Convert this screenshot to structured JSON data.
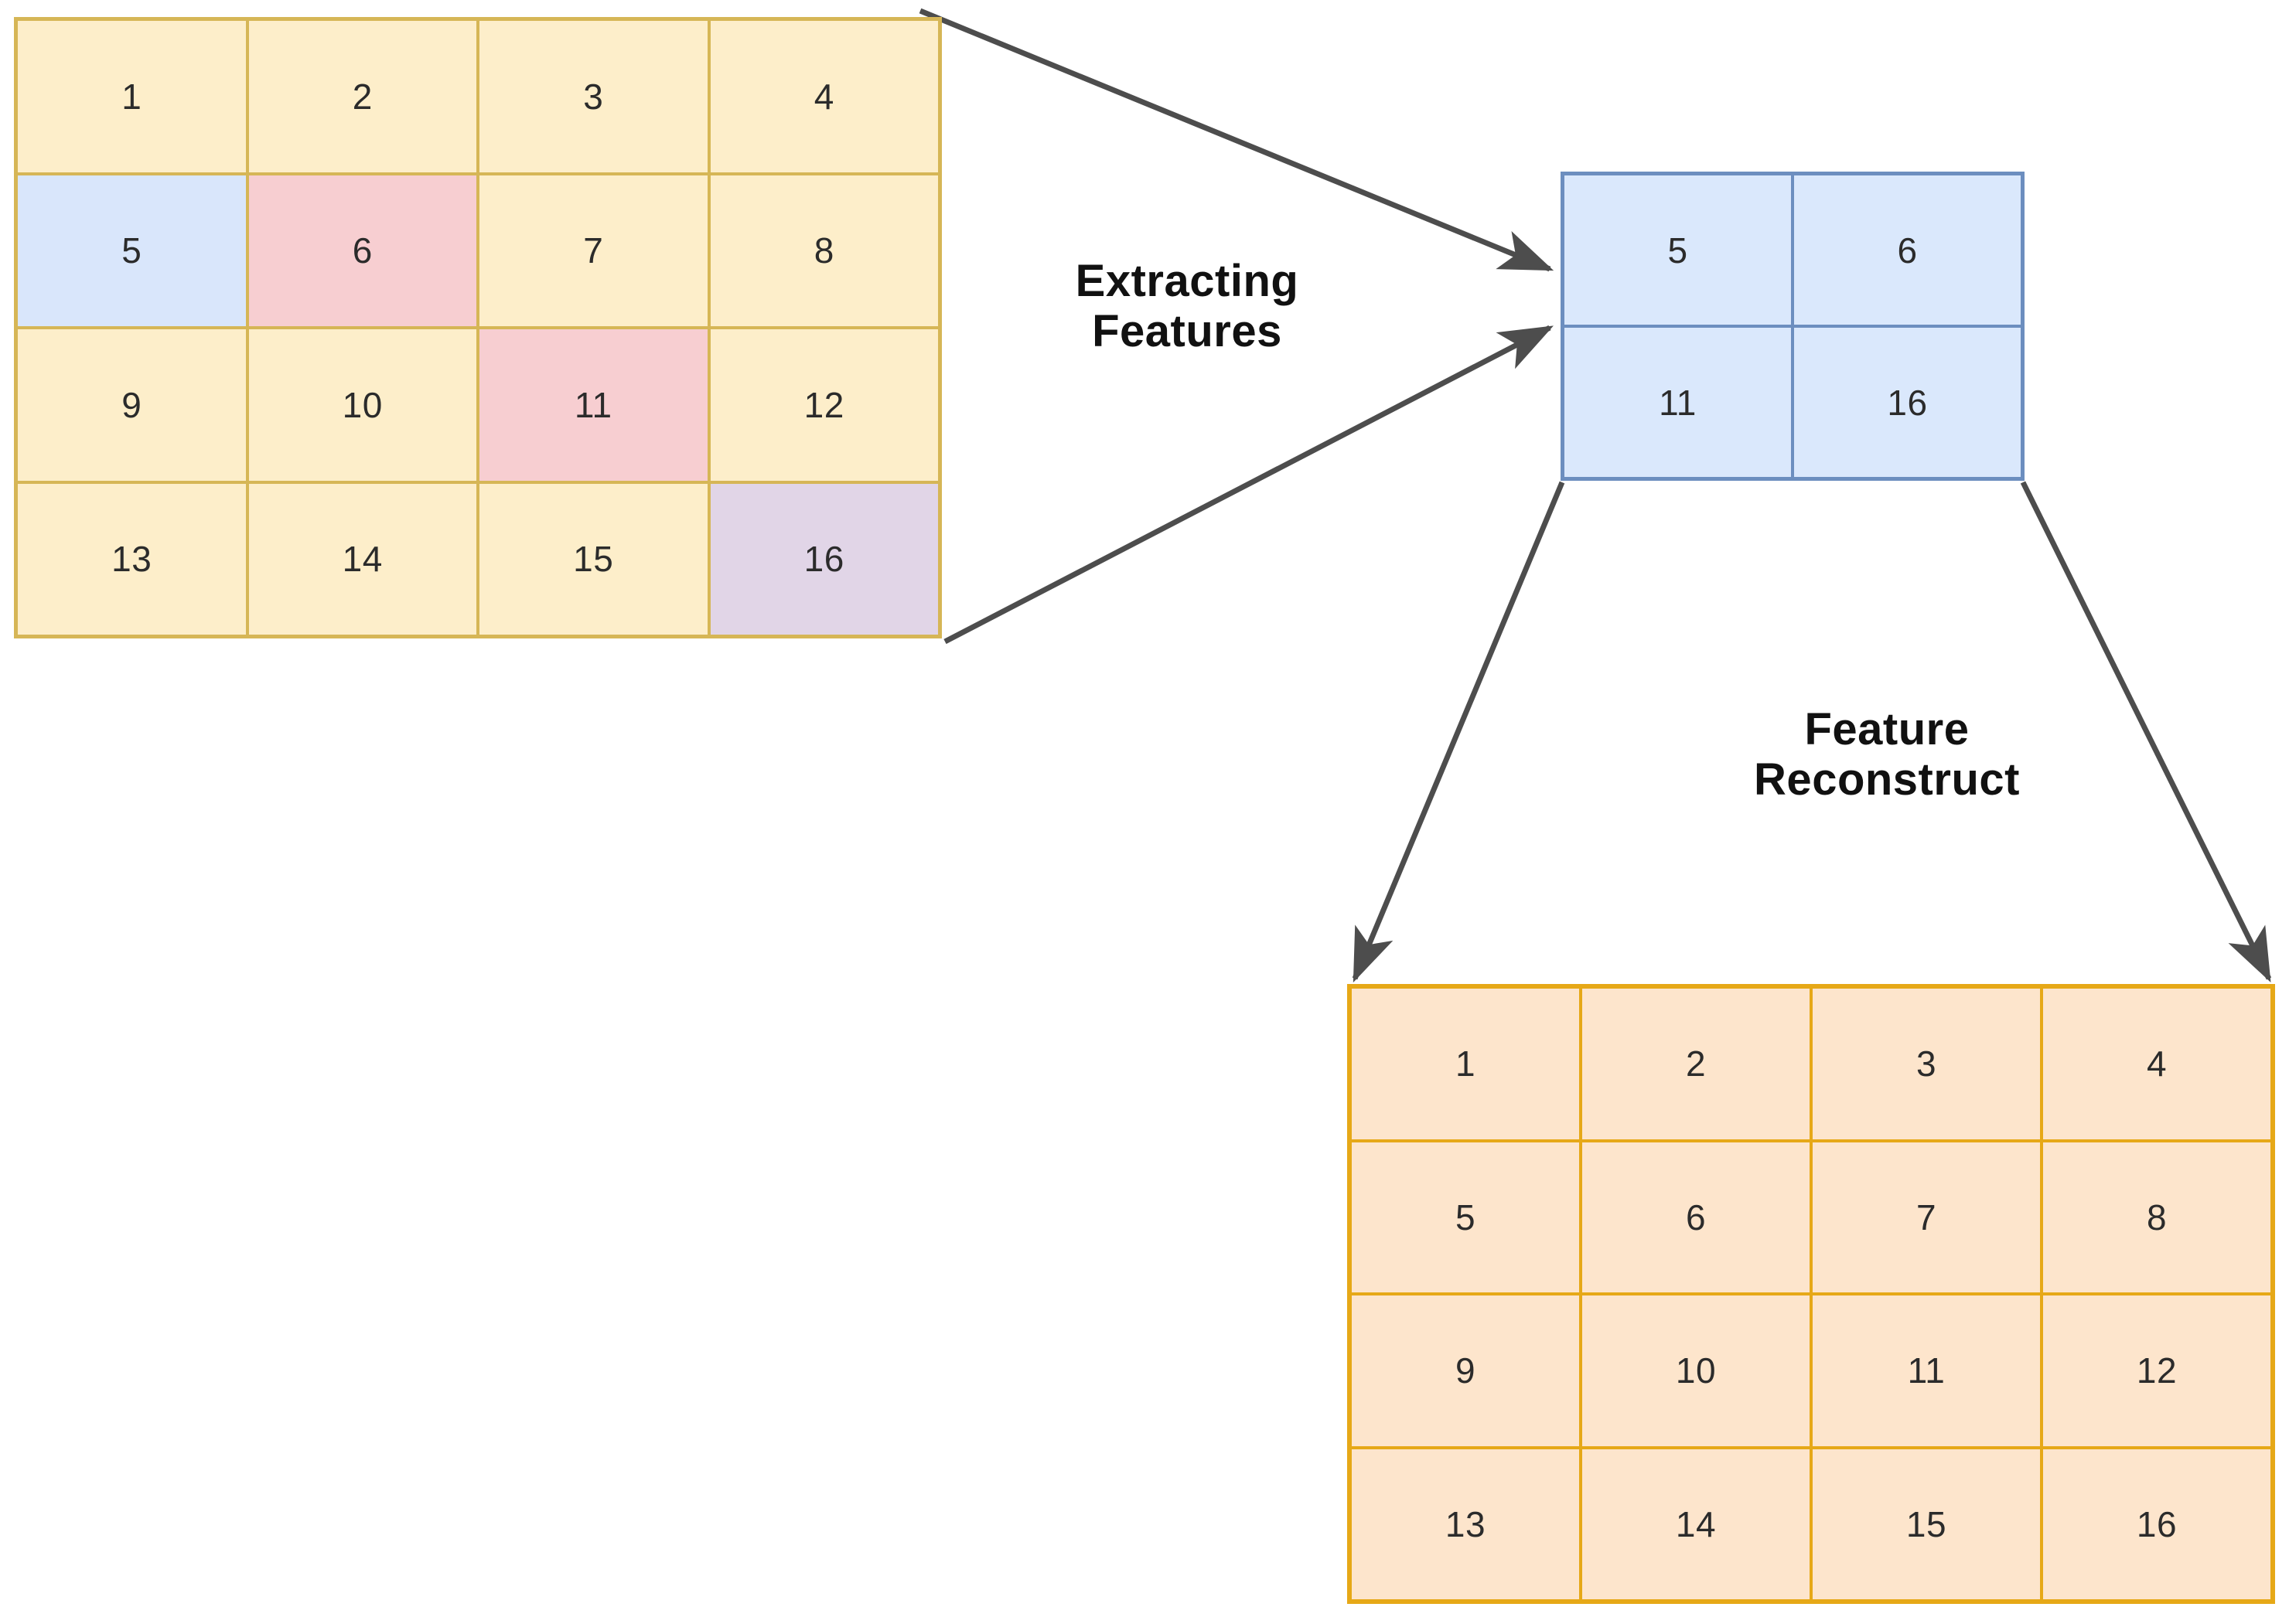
{
  "diagram": {
    "title_flow": "Feature extraction and reconstruction",
    "background_color": "#ffffff",
    "arrow_color": "#4d4d4d"
  },
  "source_grid": {
    "name": "original-feature-map",
    "rows": 4,
    "cols": 4,
    "border_color": "#d6b656",
    "fill_color": "#fdeeca",
    "cells": [
      {
        "value": "1",
        "highlight": "none"
      },
      {
        "value": "2",
        "highlight": "none"
      },
      {
        "value": "3",
        "highlight": "none"
      },
      {
        "value": "4",
        "highlight": "none"
      },
      {
        "value": "5",
        "highlight": "blue"
      },
      {
        "value": "6",
        "highlight": "pink"
      },
      {
        "value": "7",
        "highlight": "none"
      },
      {
        "value": "8",
        "highlight": "none"
      },
      {
        "value": "9",
        "highlight": "none"
      },
      {
        "value": "10",
        "highlight": "none"
      },
      {
        "value": "11",
        "highlight": "pink"
      },
      {
        "value": "12",
        "highlight": "none"
      },
      {
        "value": "13",
        "highlight": "none"
      },
      {
        "value": "14",
        "highlight": "none"
      },
      {
        "value": "15",
        "highlight": "none"
      },
      {
        "value": "16",
        "highlight": "purple"
      }
    ],
    "highlight_colors": {
      "blue": "#d9e6fb",
      "pink": "#f7ced1",
      "purple": "#e1d5e7"
    }
  },
  "feature_grid": {
    "name": "extracted-feature-map",
    "rows": 2,
    "cols": 2,
    "border_color": "#6c8ebf",
    "fill_color": "#dae8fc",
    "cells": [
      {
        "value": "5"
      },
      {
        "value": "6"
      },
      {
        "value": "11"
      },
      {
        "value": "16"
      }
    ]
  },
  "reconstruct_grid": {
    "name": "reconstructed-feature-map",
    "rows": 4,
    "cols": 4,
    "border_color": "#e6a817",
    "fill_color": "#fde5cc",
    "cells": [
      {
        "value": "1"
      },
      {
        "value": "2"
      },
      {
        "value": "3"
      },
      {
        "value": "4"
      },
      {
        "value": "5"
      },
      {
        "value": "6"
      },
      {
        "value": "7"
      },
      {
        "value": "8"
      },
      {
        "value": "9"
      },
      {
        "value": "10"
      },
      {
        "value": "11"
      },
      {
        "value": "12"
      },
      {
        "value": "13"
      },
      {
        "value": "14"
      },
      {
        "value": "15"
      },
      {
        "value": "16"
      }
    ]
  },
  "labels": {
    "extracting": "Extracting\nFeatures",
    "reconstruct": "Feature\nReconstruct"
  },
  "arrows": [
    {
      "name": "arrow-extract-top",
      "from": "source-grid-top-right",
      "to": "feature-grid-left-upper"
    },
    {
      "name": "arrow-extract-bottom",
      "from": "source-grid-bottom-right",
      "to": "feature-grid-left-lower"
    },
    {
      "name": "arrow-reconstruct-left",
      "from": "feature-grid-bottom-left",
      "to": "reconstruct-grid-top-left"
    },
    {
      "name": "arrow-reconstruct-right",
      "from": "feature-grid-bottom-right",
      "to": "reconstruct-grid-top-right"
    }
  ]
}
